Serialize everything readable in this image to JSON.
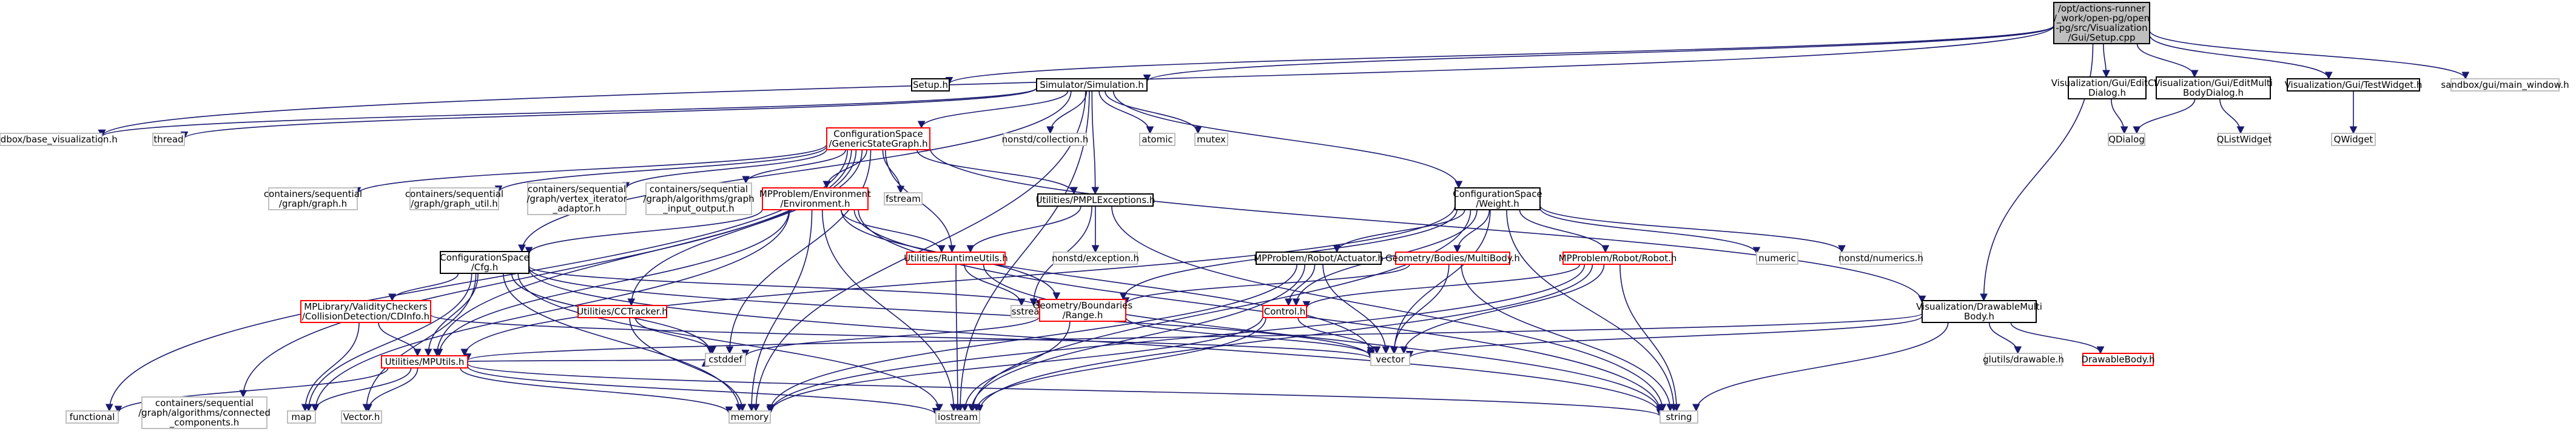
{
  "colors": {
    "root_fill": "#bfbfbf",
    "root_border": "#000000",
    "node_border_black": "#000000",
    "node_border_red": "#ff0000",
    "node_border_plain": "#bfbfbf",
    "edge": "#191970",
    "text": "#000000",
    "background": "#ffffff"
  },
  "nodes": {
    "root": [
      "/opt/actions-runner",
      "/_work/open-pg/open",
      "-pg/src/Visualization",
      "/Gui/Setup.cpp"
    ],
    "setup_h": [
      "Setup.h"
    ],
    "simulator_h": [
      "Simulator/Simulation.h"
    ],
    "edit_cfg_dialog": [
      "Visualization/Gui/EditCfg",
      "Dialog.h"
    ],
    "edit_multibody_dialog": [
      "Visualization/Gui/EditMulti",
      "BodyDialog.h"
    ],
    "test_widget": [
      "Visualization/Gui/TestWidget.h"
    ],
    "main_window": [
      "sandbox/gui/main_window.h"
    ],
    "qdialog": [
      "QDialog"
    ],
    "qlistwidget": [
      "QListWidget"
    ],
    "qwidget": [
      "QWidget"
    ],
    "base_visualization": [
      "sandbox/base_visualization.h"
    ],
    "thread": [
      "thread"
    ],
    "generic_state_graph": [
      "ConfigurationSpace",
      "/GenericStateGraph.h"
    ],
    "nonstd_collection": [
      "nonstd/collection.h"
    ],
    "atomic": [
      "atomic"
    ],
    "mutex": [
      "mutex"
    ],
    "cs_weight": [
      "ConfigurationSpace",
      "/Weight.h"
    ],
    "graph_h": [
      "containers/sequential",
      "/graph/graph.h"
    ],
    "graph_util": [
      "containers/sequential",
      "/graph/graph_util.h"
    ],
    "vertex_iterator": [
      "containers/sequential",
      "/graph/vertex_iterator",
      "_adaptor.h"
    ],
    "graph_input_output": [
      "containers/sequential",
      "/graph/algorithms/graph",
      "_input_output.h"
    ],
    "mpp_environment": [
      "MPProblem/Environment",
      "/Environment.h"
    ],
    "fstream": [
      "fstream"
    ],
    "pmpl_exceptions": [
      "Utilities/PMPLExceptions.h"
    ],
    "cs_cfg": [
      "ConfigurationSpace",
      "/Cfg.h"
    ],
    "runtime_utils": [
      "Utilities/RuntimeUtils.h"
    ],
    "nonstd_exception": [
      "nonstd/exception.h"
    ],
    "actuator": [
      "MPProblem/Robot/Actuator.h"
    ],
    "multibody": [
      "Geometry/Bodies/MultiBody.h"
    ],
    "robot": [
      "MPProblem/Robot/Robot.h"
    ],
    "numeric": [
      "numeric"
    ],
    "nonstd_numerics": [
      "nonstd/numerics.h"
    ],
    "collision_detection": [
      "MPLibrary/ValidityCheckers",
      "/CollisionDetection/CDInfo.h"
    ],
    "cc_tracker": [
      "Utilities/CCTracker.h"
    ],
    "sstream": [
      "sstream"
    ],
    "boundaries_range": [
      "Geometry/Boundaries",
      "/Range.h"
    ],
    "control": [
      "Control.h"
    ],
    "drawable_multibody": [
      "Visualization/DrawableMulti",
      "Body.h"
    ],
    "glutils_drawable": [
      "glutils/drawable.h"
    ],
    "drawable_body": [
      "DrawableBody.h"
    ],
    "mp_utils": [
      "Utilities/MPUtils.h"
    ],
    "cstddef": [
      "cstddef"
    ],
    "vector": [
      "vector"
    ],
    "functional": [
      "functional"
    ],
    "connected_components": [
      "containers/sequential",
      "/graph/algorithms/connected",
      "_components.h"
    ],
    "map": [
      "map"
    ],
    "vector_h": [
      "Vector.h"
    ],
    "memory": [
      "memory"
    ],
    "iostream": [
      "iostream"
    ],
    "string": [
      "string"
    ]
  }
}
